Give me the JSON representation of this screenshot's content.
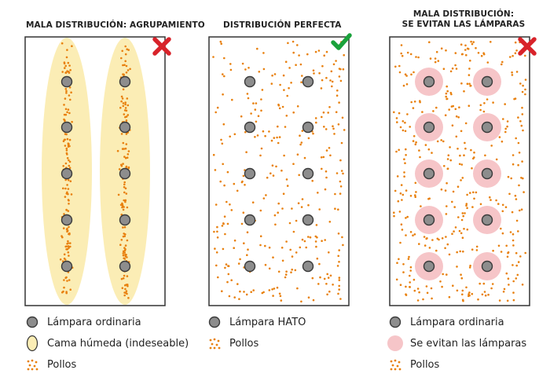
{
  "colors": {
    "chicken": "#e8800e",
    "lamp_fill": "#8d8d8d",
    "lamp_stroke": "#3a3a3a",
    "wet_bed": "#fbedb5",
    "avoid_zone": "#f6c5c8",
    "frame": "#333333",
    "bad": "#d8232a",
    "good": "#1aa23b"
  },
  "panels": [
    {
      "id": "clustering",
      "title": "MALA DISTRIBUCIÓN: AGRUPAMIENTO",
      "status": "bad",
      "status_icon": "cross-icon",
      "legend": [
        {
          "icon": "lamp-icon",
          "label": "Lámpara ordinaria"
        },
        {
          "icon": "wet-bed-icon",
          "label": "Cama húmeda (indeseable)"
        },
        {
          "icon": "chickens-icon",
          "label": "Pollos"
        }
      ]
    },
    {
      "id": "perfect",
      "title": "DISTRIBUCIÓN PERFECTA",
      "status": "good",
      "status_icon": "check-icon",
      "legend": [
        {
          "icon": "lamp-icon",
          "label": "Lámpara HATO"
        },
        {
          "icon": "chickens-icon",
          "label": "Pollos"
        }
      ]
    },
    {
      "id": "avoidance",
      "title_line1": "MALA DISTRIBUCIÓN:",
      "title_line2": "SE EVITAN LAS LÁMPARAS",
      "status": "bad",
      "status_icon": "cross-icon",
      "legend": [
        {
          "icon": "lamp-icon",
          "label": "Lámpara ordinaria"
        },
        {
          "icon": "avoid-zone-icon",
          "label": "Se evitan las lámparas"
        },
        {
          "icon": "chickens-icon",
          "label": "Pollos"
        }
      ]
    }
  ]
}
